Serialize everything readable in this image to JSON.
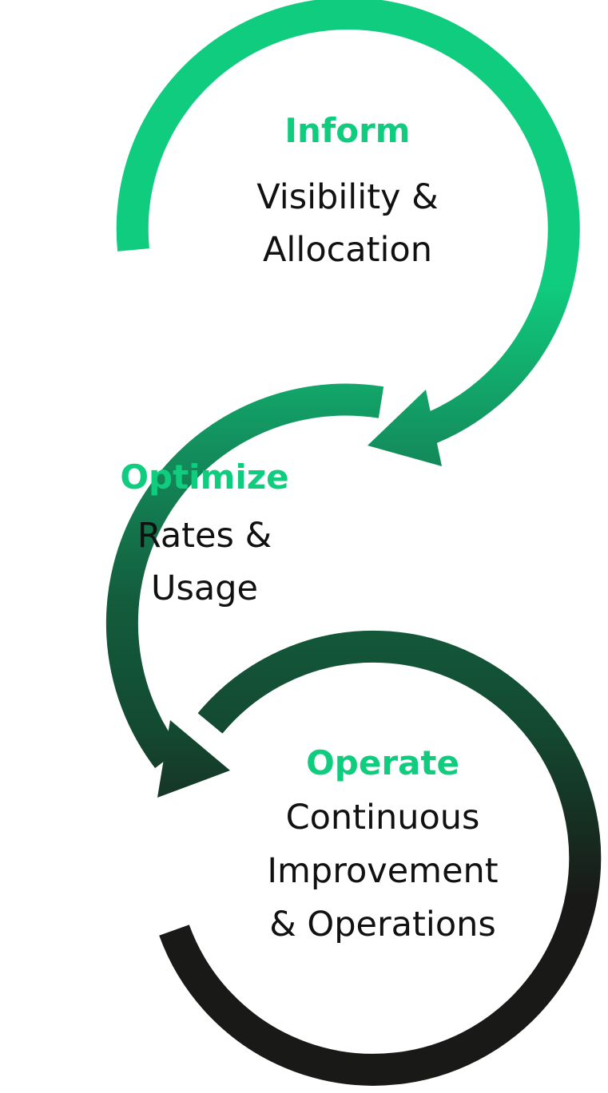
{
  "colors": {
    "accent": "#10cc7e",
    "mid_green": "#13925f",
    "dark_green": "#134b32",
    "near_black": "#191a18",
    "text": "#111111"
  },
  "phases": [
    {
      "title": "Inform",
      "lines": [
        "Visibility &",
        "Allocation"
      ]
    },
    {
      "title": "Optimize",
      "lines": [
        "Rates &",
        "Usage"
      ]
    },
    {
      "title": "Operate",
      "lines": [
        "Continuous",
        "Improvement",
        "& Operations"
      ]
    }
  ]
}
